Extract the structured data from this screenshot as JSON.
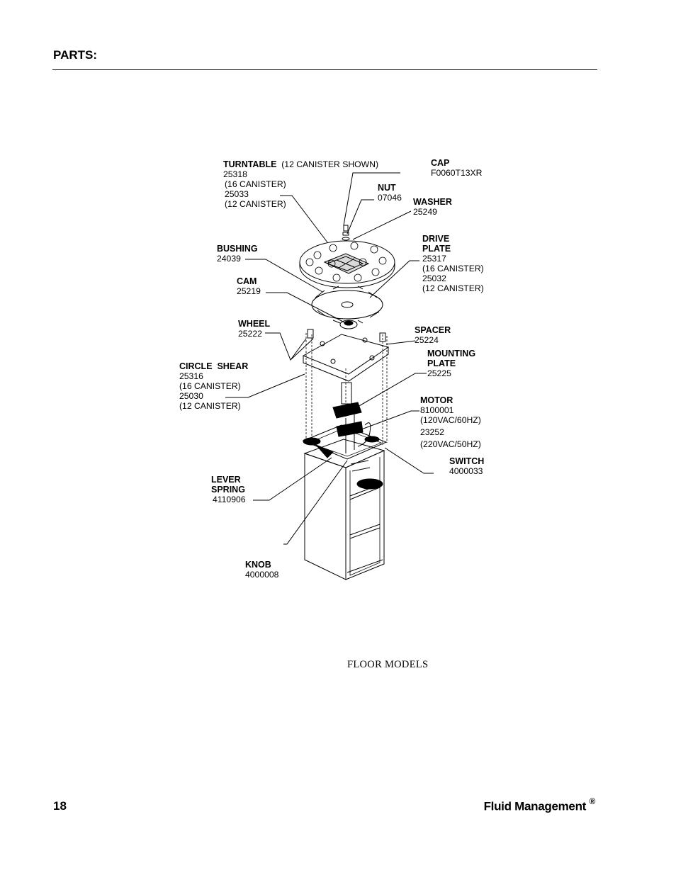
{
  "header": {
    "title": "PARTS:"
  },
  "parts": {
    "turntable": {
      "name": "TURNTABLE",
      "note": "(12 CANISTER SHOWN)",
      "lines": [
        "25318",
        "(16 CANISTER)",
        "25033",
        "(12 CANISTER)"
      ]
    },
    "cap": {
      "name": "CAP",
      "lines": [
        "F0060T13XR"
      ]
    },
    "nut": {
      "name": "NUT",
      "lines": [
        "07046"
      ]
    },
    "washer": {
      "name": "WASHER",
      "lines": [
        "25249"
      ]
    },
    "drive_plate": {
      "name": [
        "DRIVE",
        "PLATE"
      ],
      "lines": [
        "25317",
        "(16 CANISTER)",
        "25032",
        "(12 CANISTER)"
      ]
    },
    "bushing": {
      "name": "BUSHING",
      "lines": [
        "24039"
      ]
    },
    "cam": {
      "name": "CAM",
      "lines": [
        "25219"
      ]
    },
    "wheel": {
      "name": "WHEEL",
      "lines": [
        "25222"
      ]
    },
    "spacer": {
      "name": "SPACER",
      "lines": [
        "25224"
      ]
    },
    "mounting_plate": {
      "name": [
        "MOUNTING",
        "PLATE"
      ],
      "lines": [
        "25225"
      ]
    },
    "circle_shear": {
      "name": "CIRCLE  SHEAR",
      "lines": [
        "25316",
        "(16 CANISTER)",
        "25030",
        "(12 CANISTER)"
      ]
    },
    "motor": {
      "name": "MOTOR",
      "lines": [
        "8100001",
        "(120VAC/60HZ)",
        "23252",
        "(220VAC/50HZ)"
      ]
    },
    "switch": {
      "name": "SWITCH",
      "lines": [
        "4000033"
      ]
    },
    "lever_spring": {
      "name": [
        "LEVER",
        "SPRING"
      ],
      "lines": [
        "4110906"
      ]
    },
    "knob": {
      "name": "KNOB",
      "lines": [
        "4000008"
      ]
    }
  },
  "caption": "FLOOR MODELS",
  "footer": {
    "page_number": "18",
    "brand": "Fluid Management",
    "brand_mark": "®"
  }
}
